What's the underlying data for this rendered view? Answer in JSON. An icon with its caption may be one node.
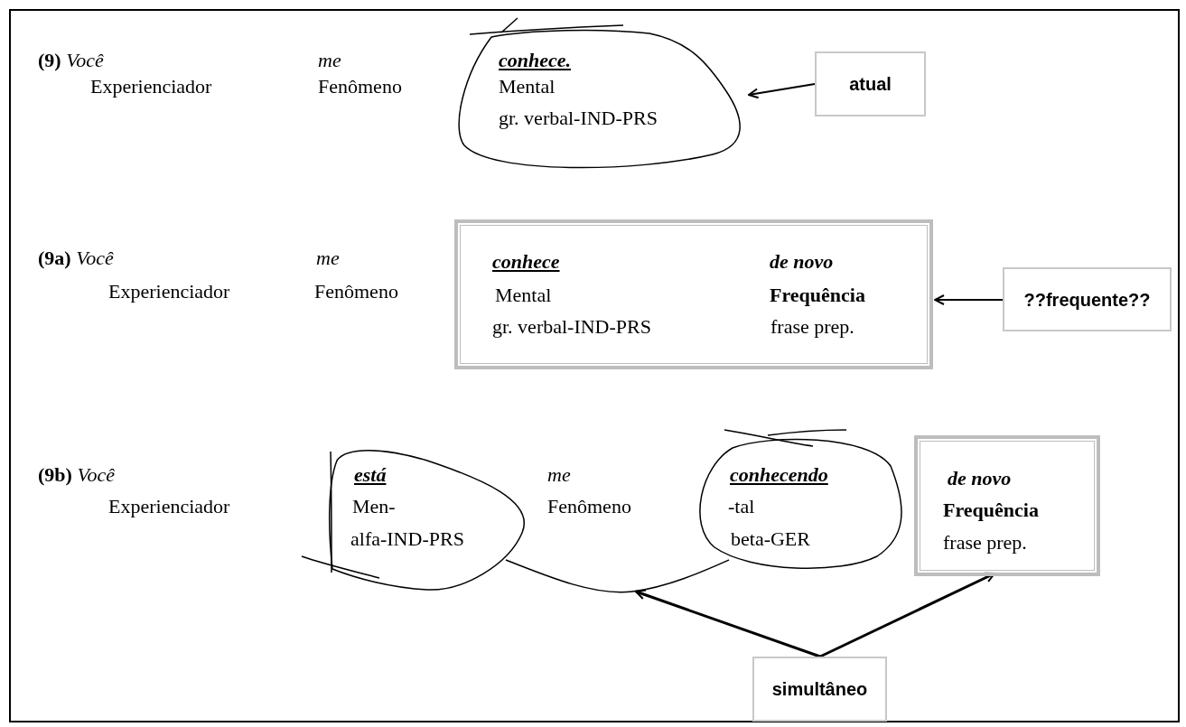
{
  "diagram": {
    "nodes": [
      {
        "text": [
          "conhece.",
          "Mental",
          "gr. verbal-IND-PRS"
        ]
      },
      {
        "text": [
          "atual"
        ]
      },
      {
        "text": [
          "conhece",
          "Mental",
          "gr. verbal-IND-PRS",
          "de novo",
          "Frequência",
          "frase prep."
        ]
      },
      {
        "text": [
          "??frequente??"
        ]
      },
      {
        "text": [
          "está",
          "Men-",
          "alfa-IND-PRS"
        ]
      },
      {
        "text": [
          "conhecendo",
          "-tal",
          "beta-GER"
        ]
      },
      {
        "text": [
          "de novo",
          "Frequência",
          "frase prep."
        ]
      },
      {
        "text": [
          "simultâneo"
        ]
      }
    ],
    "edges": [
      {
        "from": 1,
        "to": 0,
        "arrow": "to"
      },
      {
        "from": 3,
        "to": 2,
        "arrow": "to"
      },
      {
        "from": 4,
        "to": 5,
        "arrow": "none"
      },
      {
        "from": 7,
        "to": null,
        "arrow": "to"
      },
      {
        "from": 7,
        "to": 6,
        "arrow": "to"
      }
    ],
    "labels": [
      "**(9)** *Você*",
      "me",
      "Experienciador",
      "Fenômeno",
      "**(9a)** *Você*",
      "me",
      "Experienciador",
      "Fenômeno",
      "**(9b)** *Você*",
      "me",
      "Experienciador",
      "Fenômeno"
    ]
  }
}
